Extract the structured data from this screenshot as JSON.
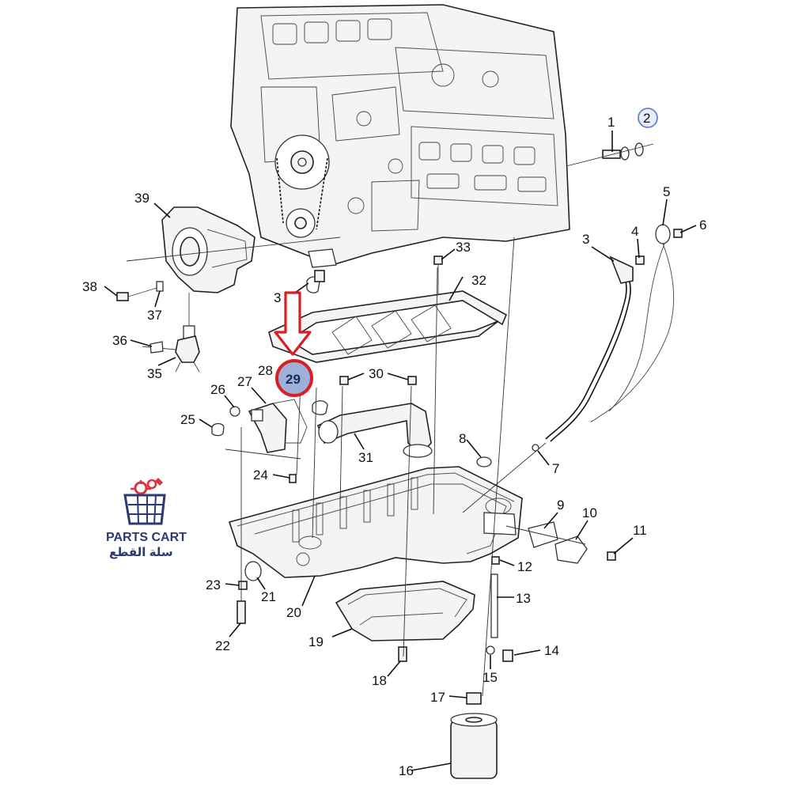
{
  "brand": {
    "name_en": "PARTS CART",
    "name_ar": "سلة القطع",
    "logo_icon": "cart-with-gears-icon",
    "color_navy": "#2b3a74",
    "color_red": "#d9363e"
  },
  "highlight": {
    "callout": "29",
    "arrow_icon": "down-arrow-icon",
    "ring_color": "#d81f26",
    "fill_color": "#9db1d8"
  },
  "selected_callout": "2",
  "labels": {
    "l1": "1",
    "l2": "2",
    "l3": "3",
    "l4": "4",
    "l5": "5",
    "l6": "6",
    "l7": "7",
    "l8": "8",
    "l9": "9",
    "l10": "10",
    "l11": "11",
    "l12": "12",
    "l13": "13",
    "l14": "14",
    "l15": "15",
    "l16": "16",
    "l17": "17",
    "l18": "18",
    "l19": "19",
    "l20": "20",
    "l21": "21",
    "l22": "22",
    "l23": "23",
    "l24": "24",
    "l25": "25",
    "l26": "26",
    "l27": "27",
    "l28": "28",
    "l29": "29",
    "l30": "30",
    "l31": "31",
    "l32": "32",
    "l33": "33",
    "l34": "3",
    "l35": "35",
    "l36": "36",
    "l37": "37",
    "l38": "38",
    "l39": "39"
  }
}
